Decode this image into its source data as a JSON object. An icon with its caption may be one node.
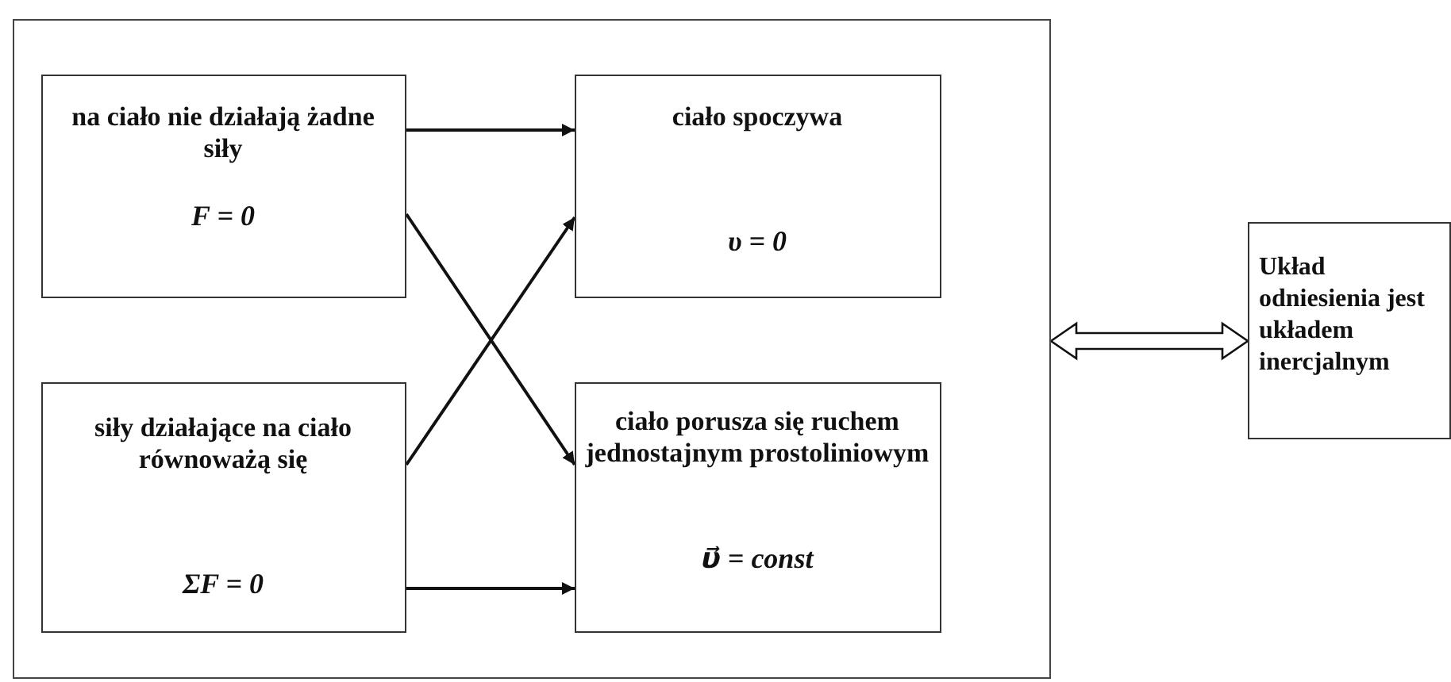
{
  "diagram": {
    "nodes": [
      {
        "text": [],
        "shape": "box"
      },
      {
        "text": [
          "na ciało nie działają żadne siły",
          "F = 0"
        ],
        "in": 0
      },
      {
        "text": [
          "ciało spoczywa",
          "υ = 0"
        ],
        "in": 0
      },
      {
        "text": [
          "siły działające na ciało równoważą się",
          "ΣF = 0"
        ],
        "in": 0
      },
      {
        "text": [
          "ciało porusza się ruchem jednostajnym prostoliniowym",
          "υ⃗ = const"
        ],
        "in": 0
      },
      {
        "text": [
          "Układ odniesienia jest układem inercjalnym"
        ]
      }
    ],
    "edges": [
      {
        "from": 1,
        "to": 2,
        "arrow": "to"
      },
      {
        "from": 1,
        "to": 4,
        "arrow": "to"
      },
      {
        "from": 3,
        "to": 2,
        "arrow": "to"
      },
      {
        "from": 3,
        "to": 4,
        "arrow": "to"
      },
      {
        "from": 0,
        "to": 5,
        "arrow": "both",
        "style": "thick"
      }
    ]
  }
}
